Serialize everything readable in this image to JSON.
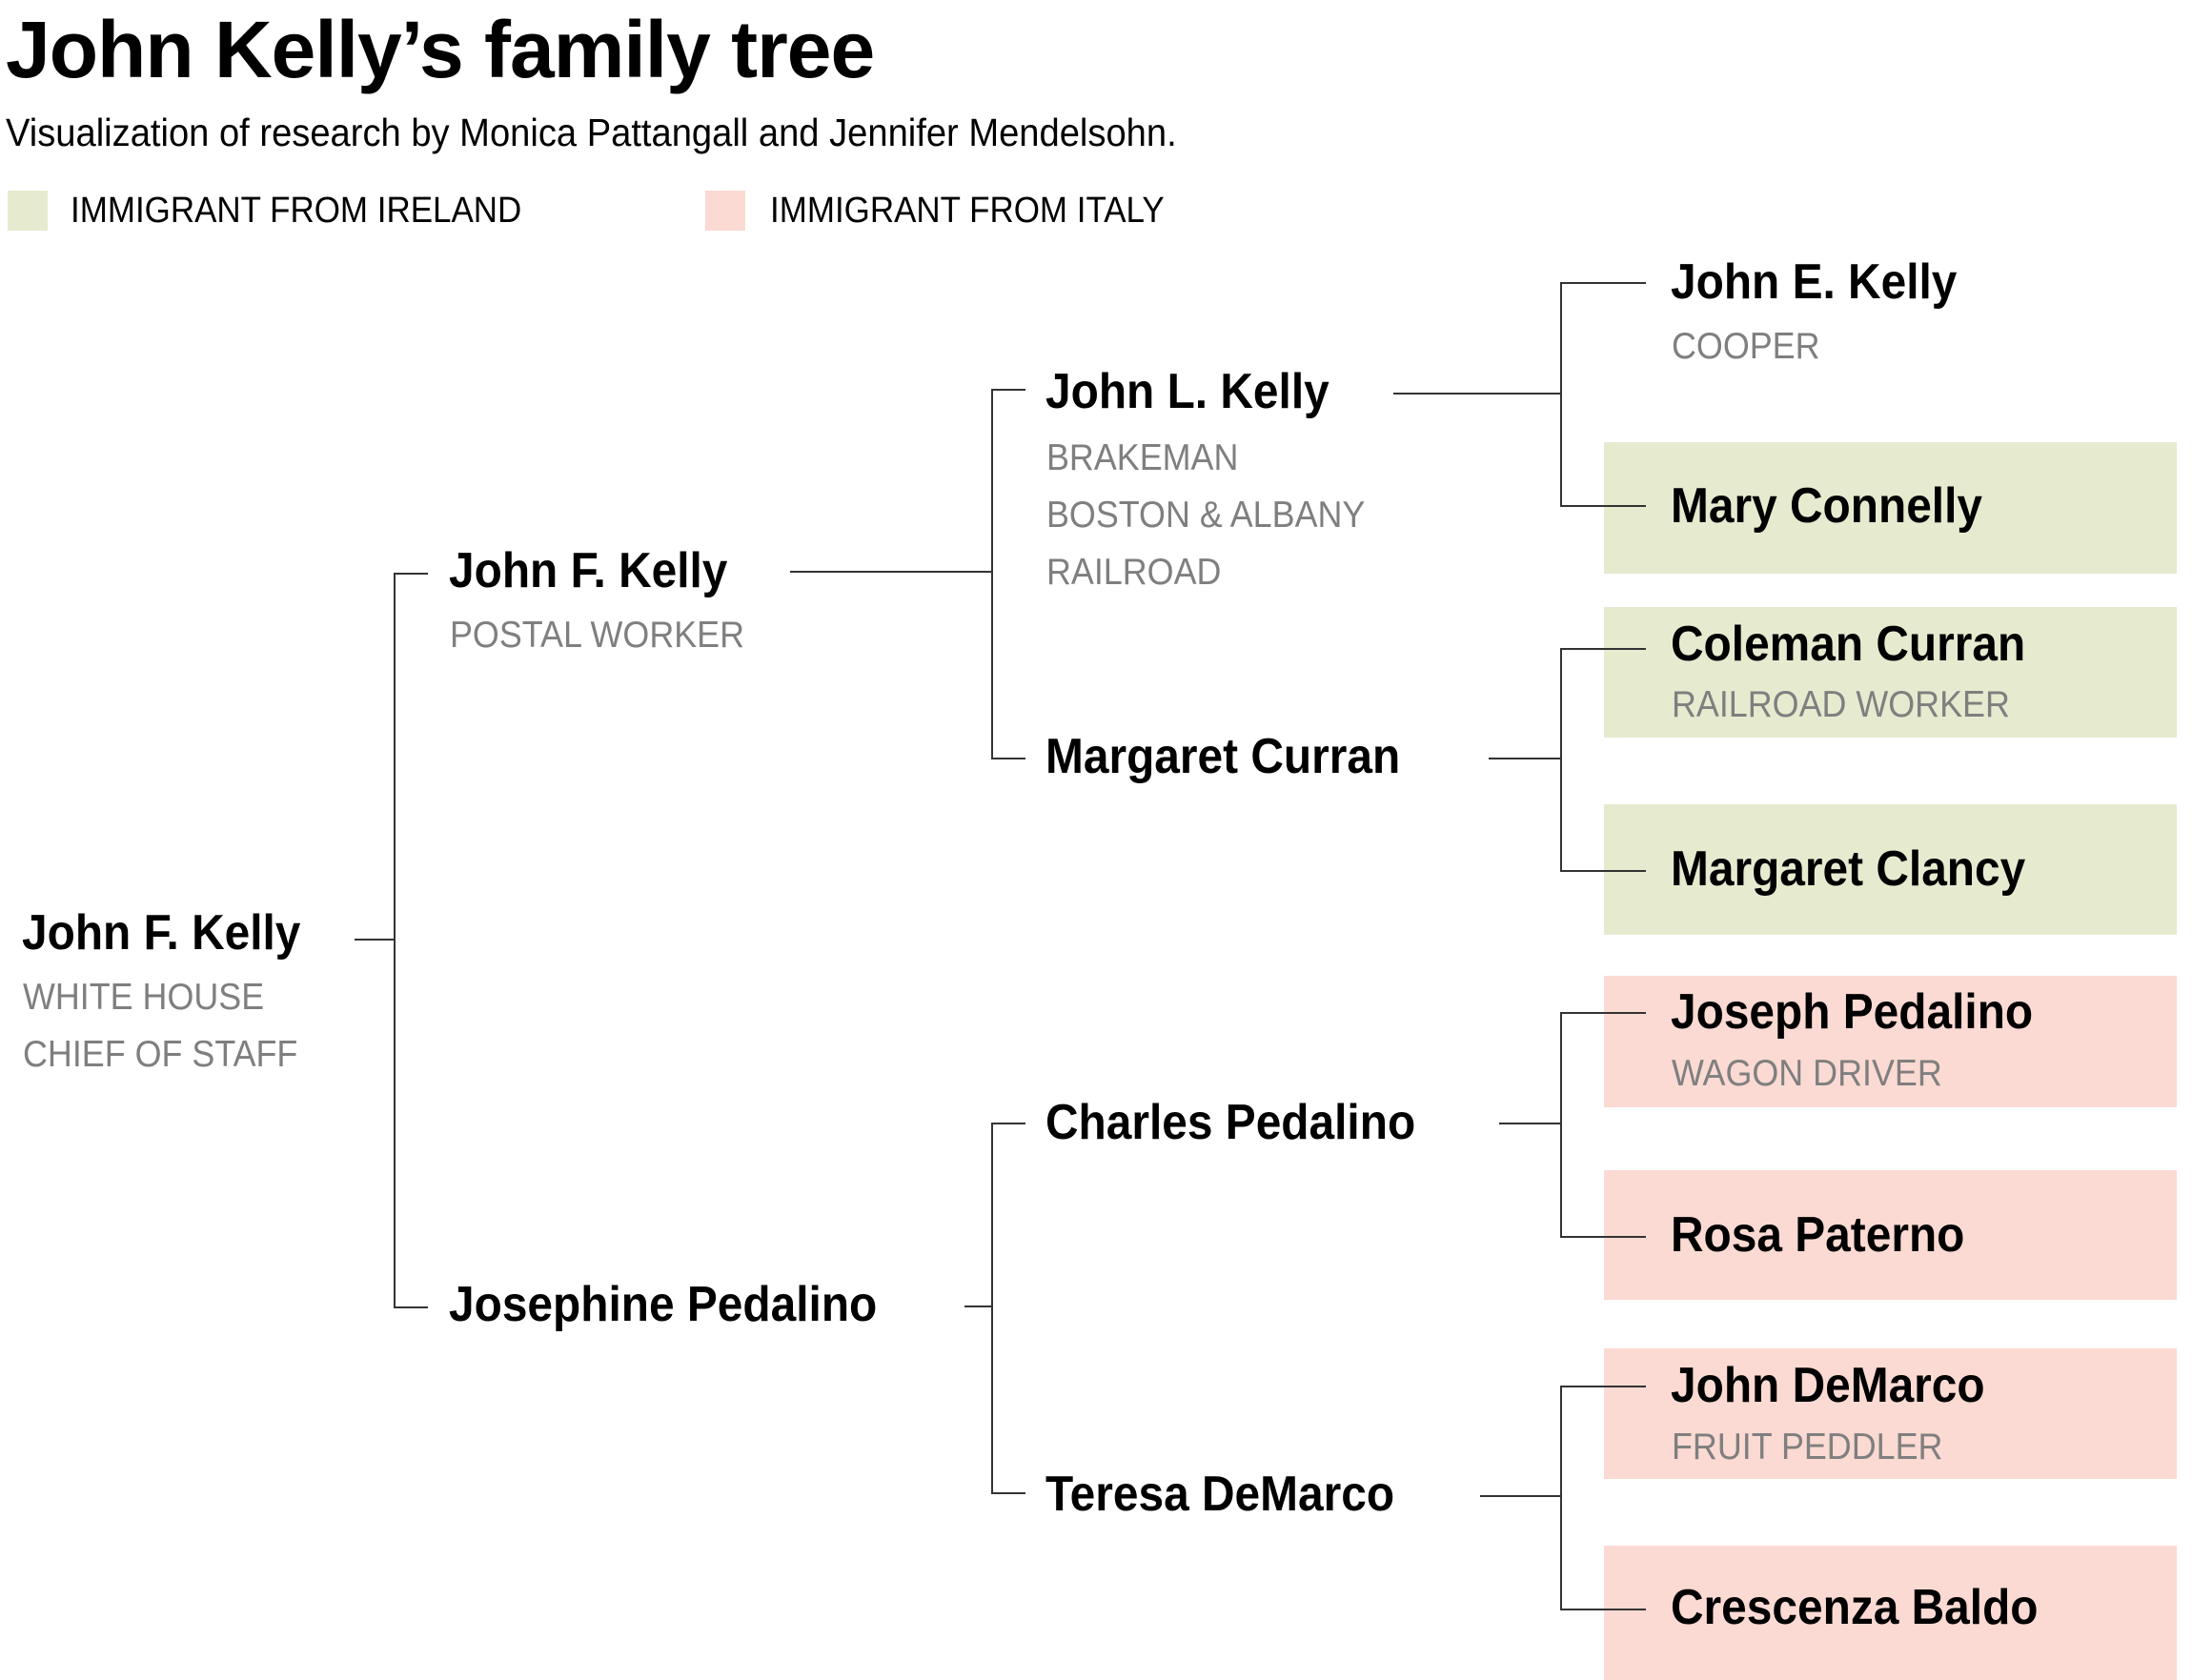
{
  "header": {
    "title": "John Kelly’s family tree",
    "subtitle": "Visualization of research by Monica Pattangall and Jennifer Mendelsohn."
  },
  "legend": [
    {
      "label": "IMMIGRANT FROM IRELAND",
      "color": "#e6ebd0"
    },
    {
      "label": "IMMIGRANT FROM ITALY",
      "color": "#fbdad3"
    }
  ],
  "colors": {
    "ireland": "#e6ebd0",
    "italy": "#fbdad3",
    "job_text": "#7f7f7f",
    "connector": "#333333"
  },
  "tree": {
    "root": {
      "name": "John F. Kelly",
      "job": "WHITE HOUSE\nCHIEF OF STAFF"
    },
    "gen1": [
      {
        "name": "John F. Kelly",
        "job": "POSTAL WORKER"
      },
      {
        "name": "Josephine Pedalino",
        "job": ""
      }
    ],
    "gen2": [
      {
        "name": "John L. Kelly",
        "job": "BRAKEMAN\nBOSTON & ALBANY\nRAILROAD"
      },
      {
        "name": "Margaret Curran",
        "job": ""
      },
      {
        "name": "Charles Pedalino",
        "job": ""
      },
      {
        "name": "Teresa DeMarco",
        "job": ""
      }
    ],
    "gen3": [
      {
        "name": "John E. Kelly",
        "job": "COOPER",
        "origin": ""
      },
      {
        "name": "Mary Connelly",
        "job": "",
        "origin": "Ireland"
      },
      {
        "name": "Coleman Curran",
        "job": "RAILROAD WORKER",
        "origin": "Ireland"
      },
      {
        "name": "Margaret Clancy",
        "job": "",
        "origin": "Ireland"
      },
      {
        "name": "Joseph Pedalino",
        "job": "WAGON DRIVER",
        "origin": "Italy"
      },
      {
        "name": "Rosa Paterno",
        "job": "",
        "origin": "Italy"
      },
      {
        "name": "John DeMarco",
        "job": "FRUIT PEDDLER",
        "origin": "Italy"
      },
      {
        "name": "Crescenza Baldo",
        "job": "",
        "origin": "Italy"
      }
    ]
  }
}
